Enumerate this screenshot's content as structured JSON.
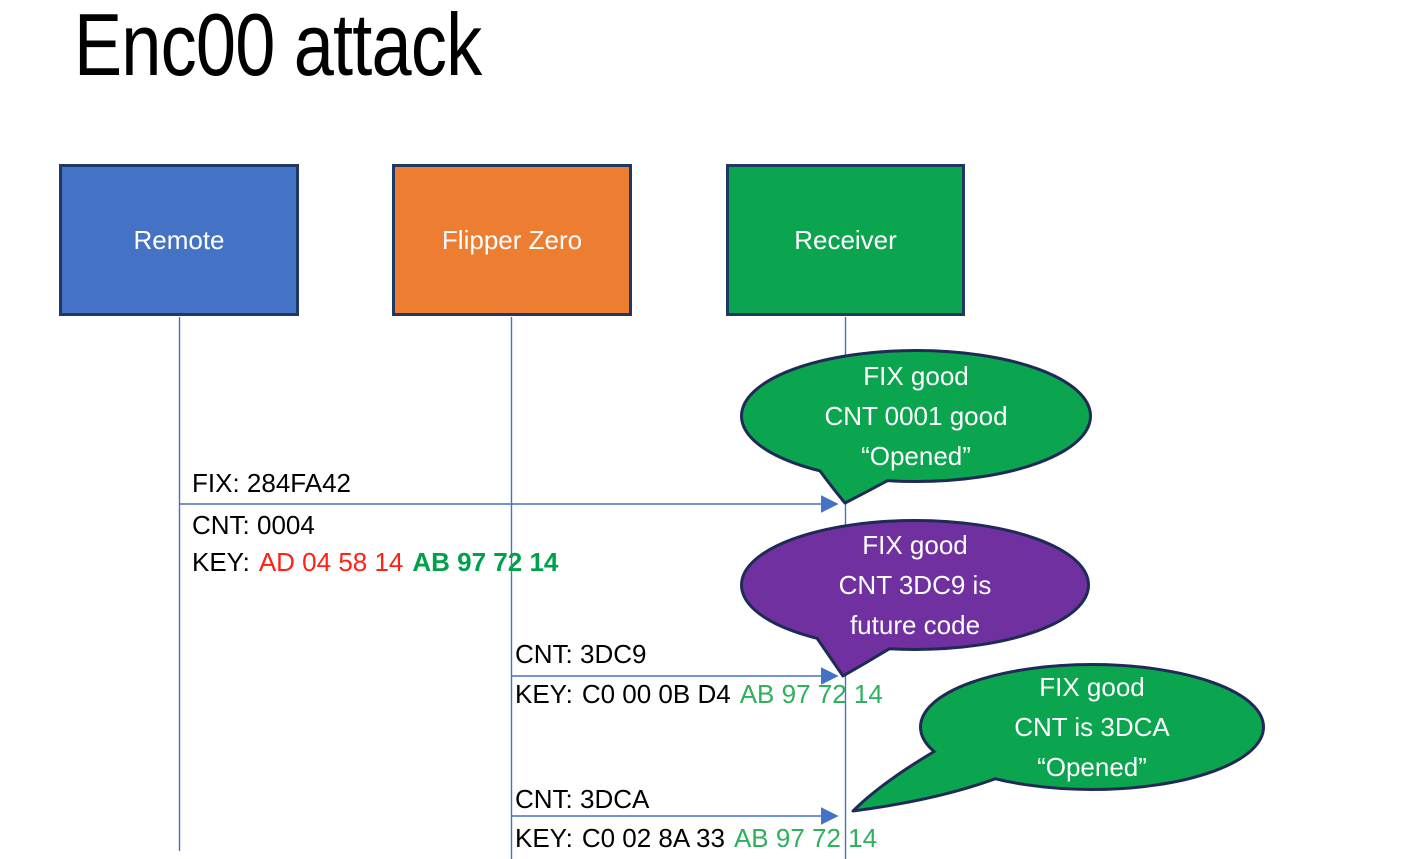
{
  "title": "Enc00 attack",
  "actors": [
    {
      "label": "Remote",
      "fill": "#4472C4"
    },
    {
      "label": "Flipper Zero",
      "fill": "#ED7D31"
    },
    {
      "label": "Receiver",
      "fill": "#0AA54E"
    }
  ],
  "messages": [
    {
      "from": "Remote",
      "to": "Receiver",
      "fix": "FIX: 284FA42",
      "cnt": "CNT: 0004",
      "key_label": "KEY:",
      "key_a": "AD 04 58 14",
      "key_b": "AB 97 72 14"
    },
    {
      "from": "Flipper Zero",
      "to": "Receiver",
      "cnt": "CNT: 3DC9",
      "key_label": "KEY:",
      "key_a": "C0 00 0B D4",
      "key_b": "AB 97 72 14"
    },
    {
      "from": "Flipper Zero",
      "to": "Receiver",
      "cnt": "CNT: 3DCA",
      "key_label": "KEY:",
      "key_a": "C0 02 8A 33",
      "key_b": "AB 97 72 14"
    }
  ],
  "bubbles": [
    {
      "fill": "#0AA54E",
      "lines": [
        "FIX good",
        "CNT 0001 good",
        "“Opened”"
      ]
    },
    {
      "fill": "#7030A0",
      "lines": [
        "FIX good",
        "CNT 3DC9 is",
        "future code"
      ]
    },
    {
      "fill": "#0AA54E",
      "lines": [
        "FIX good",
        "CNT is 3DCA",
        "“Opened”"
      ]
    }
  ],
  "colors": {
    "box_border": "#1F3864",
    "bubble_border": "#1F2A56",
    "line_blue": "#4472C4",
    "key_red": "#FF2116",
    "key_green_bold": "#00A14B",
    "key_green": "#2EB05C",
    "bubble_text": "#FFFFFF",
    "text": "#000000"
  }
}
